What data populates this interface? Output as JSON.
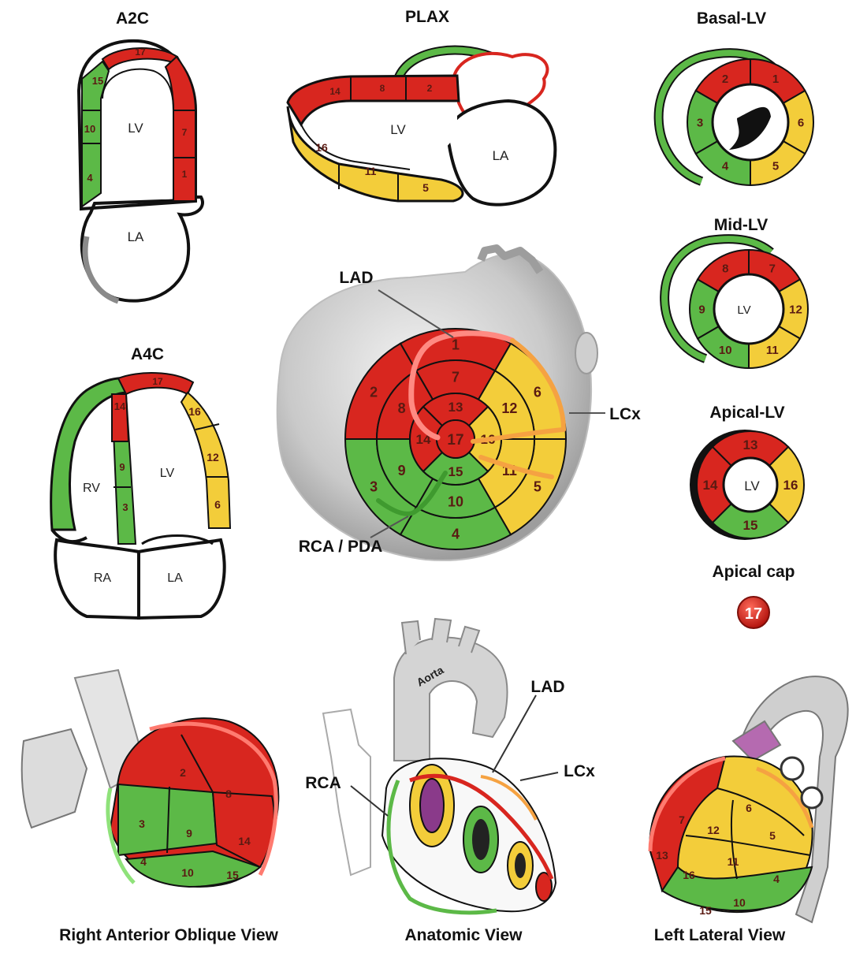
{
  "colors": {
    "red": "#d8261f",
    "yellow": "#f3cd3a",
    "green": "#5cb947",
    "outline": "#111111",
    "gray": "#cfcfcf"
  },
  "views": {
    "a2c": {
      "title": "A2C",
      "chambers": [
        "LV",
        "LA"
      ],
      "segments": [
        "17",
        "15",
        "10",
        "4",
        "7",
        "1"
      ]
    },
    "plax": {
      "title": "PLAX",
      "chambers": [
        "LV",
        "LA"
      ],
      "segments": [
        "14",
        "8",
        "2",
        "16",
        "11",
        "5"
      ]
    },
    "basal": {
      "title": "Basal-LV",
      "segments": [
        "2",
        "1",
        "6",
        "5",
        "4",
        "3"
      ]
    },
    "mid": {
      "title": "Mid-LV",
      "chamber": "LV",
      "segments": [
        "8",
        "7",
        "12",
        "11",
        "10",
        "9"
      ]
    },
    "apical": {
      "title": "Apical-LV",
      "chamber": "LV",
      "segments": [
        "13",
        "16",
        "15",
        "14"
      ]
    },
    "cap": {
      "title": "Apical cap",
      "segment": "17"
    },
    "a4c": {
      "title": "A4C",
      "chambers": [
        "RV",
        "LV",
        "RA",
        "LA"
      ],
      "segments": [
        "17",
        "14",
        "9",
        "3",
        "16",
        "12",
        "6"
      ]
    },
    "bullseye": {
      "labels": {
        "lad": "LAD",
        "lcx": "LCx",
        "rca": "RCA / PDA"
      },
      "segments": [
        "1",
        "2",
        "3",
        "4",
        "5",
        "6",
        "7",
        "8",
        "9",
        "10",
        "11",
        "12",
        "13",
        "14",
        "15",
        "16",
        "17"
      ]
    }
  },
  "captions": {
    "rao": "Right Anterior Oblique View",
    "anatomic": "Anatomic View",
    "lateral": "Left Lateral View"
  },
  "anatomic": {
    "aorta": "Aorta",
    "lad": "LAD",
    "lcx": "LCx",
    "rca": "RCA"
  },
  "rao_segments": [
    "2",
    "8",
    "3",
    "9",
    "14",
    "4",
    "10",
    "15"
  ],
  "lateral_segments": [
    "7",
    "6",
    "12",
    "5",
    "13",
    "11",
    "16",
    "4",
    "10",
    "15"
  ]
}
